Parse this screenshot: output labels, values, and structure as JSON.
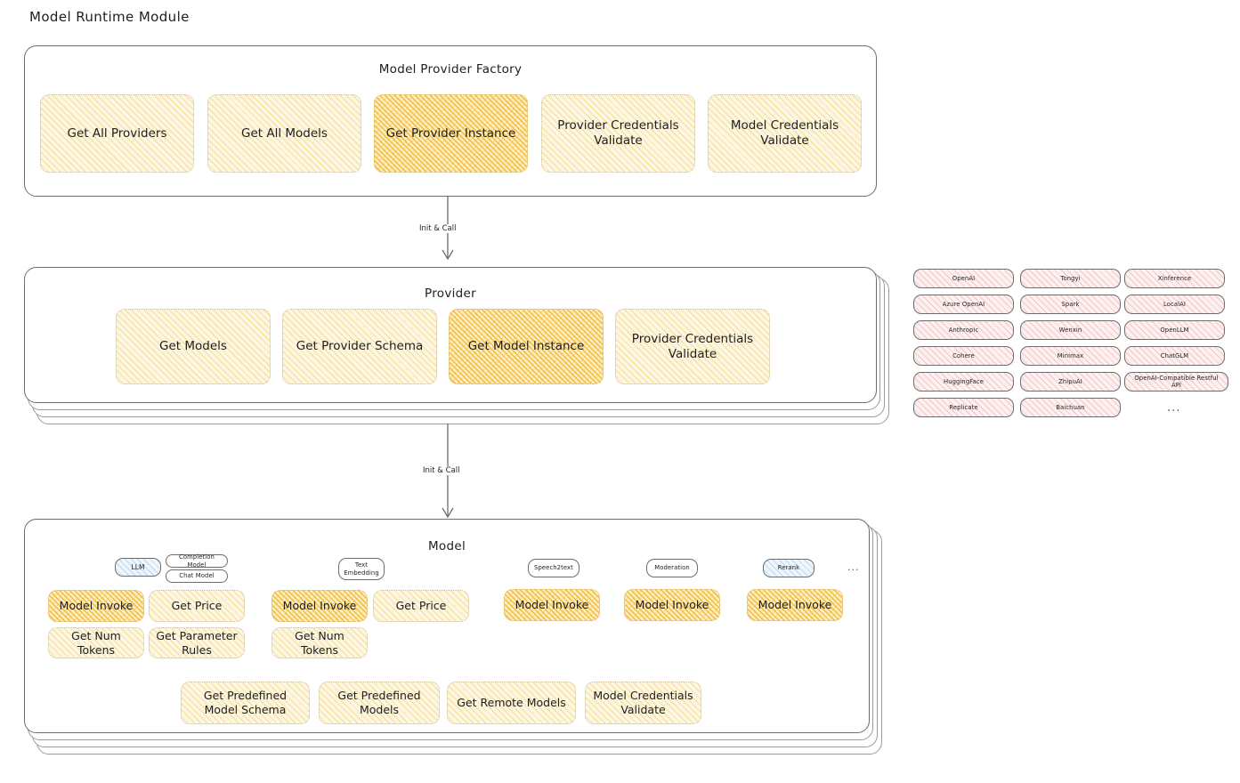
{
  "page": {
    "title": "Model Runtime Module"
  },
  "arrows": {
    "first_label": "Init & Call",
    "second_label": "Init & Call"
  },
  "factory": {
    "title": "Model Provider Factory",
    "nodes": [
      {
        "label": "Get All Providers",
        "highlight": false
      },
      {
        "label": "Get All Models",
        "highlight": false
      },
      {
        "label": "Get Provider Instance",
        "highlight": true
      },
      {
        "label": "Provider Credentials Validate",
        "highlight": false
      },
      {
        "label": "Model Credentials Validate",
        "highlight": false
      }
    ]
  },
  "provider": {
    "title": "Provider",
    "nodes": [
      {
        "label": "Get Models",
        "highlight": false
      },
      {
        "label": "Get Provider Schema",
        "highlight": false
      },
      {
        "label": "Get Model Instance",
        "highlight": true
      },
      {
        "label": "Provider Credentials Validate",
        "highlight": false
      }
    ]
  },
  "provider_list": {
    "ellipsis": "...",
    "columns": [
      {
        "items": [
          "OpenAI",
          "Azure OpenAI",
          "Anthropic",
          "Cohere",
          "HuggingFace",
          "Replicate"
        ]
      },
      {
        "items": [
          "Tongyi",
          "Spark",
          "Wenxin",
          "Minimax",
          "ZhipuAI",
          "Baichuan"
        ]
      },
      {
        "items": [
          "Xinference",
          "LocalAI",
          "OpenLLM",
          "ChatGLM",
          "OpenAI-Compatible Restful API"
        ]
      }
    ]
  },
  "model": {
    "title": "Model",
    "ellipsis": "...",
    "types": [
      {
        "name": "LLM",
        "style": "blue",
        "sub": [
          "Completion Model",
          "Chat Model"
        ]
      },
      {
        "name": "Text Embedding",
        "style": "white",
        "sub": []
      },
      {
        "name": "Speech2text",
        "style": "white",
        "sub": []
      },
      {
        "name": "Moderation",
        "style": "white",
        "sub": []
      },
      {
        "name": "Rerank",
        "style": "blue",
        "sub": []
      }
    ],
    "llm_ops": [
      {
        "label": "Model Invoke",
        "highlight": true
      },
      {
        "label": "Get Price",
        "highlight": false
      },
      {
        "label": "Get Num Tokens",
        "highlight": false
      },
      {
        "label": "Get Parameter Rules",
        "highlight": false
      }
    ],
    "embedding_ops": [
      {
        "label": "Model Invoke",
        "highlight": true
      },
      {
        "label": "Get Price",
        "highlight": false
      },
      {
        "label": "Get Num Tokens",
        "highlight": false
      }
    ],
    "speech_ops": [
      {
        "label": "Model Invoke",
        "highlight": true
      }
    ],
    "moderation_ops": [
      {
        "label": "Model Invoke",
        "highlight": true
      }
    ],
    "rerank_ops": [
      {
        "label": "Model Invoke",
        "highlight": true
      }
    ],
    "common_ops": [
      {
        "label": "Get Predefined Model Schema"
      },
      {
        "label": "Get Predefined Models"
      },
      {
        "label": "Get Remote Models"
      },
      {
        "label": "Model Credentials Validate"
      }
    ]
  }
}
